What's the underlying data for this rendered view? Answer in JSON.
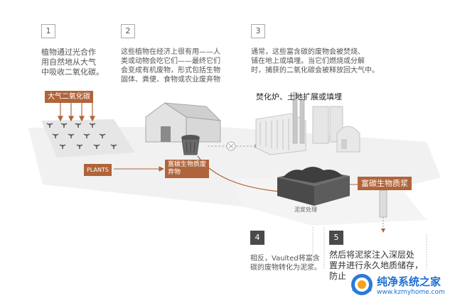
{
  "steps": [
    {
      "number": "1",
      "text_lines": [
        "植物通过光合作",
        "用自然地从大气",
        "中吸收二氧化碳。"
      ]
    },
    {
      "number": "2",
      "text_lines": [
        "这些植物在经济上很有用——人",
        "类或动物会吃它们——最终它们",
        "会变成有机废物，形式包括生物",
        "固体、粪便、食物或农业废弃物"
      ]
    },
    {
      "number": "3",
      "text_lines": [
        "通常，这些富含碳的废物会被焚烧、",
        "铺在地上或填埋。当它们燃烧或分解",
        "时，捕获的二氧化碳会被释放回大气中。"
      ]
    },
    {
      "number": "4",
      "text_lines": [
        "相反，Vaulted将富含",
        "碳的废物转化为泥浆。"
      ]
    },
    {
      "number": "5",
      "text_lines": [
        "然后将泥浆注入深层处",
        "置井进行永久地质储存，",
        "防止"
      ]
    }
  ],
  "labels": {
    "atmospheric_co2": "大气二氧化碳",
    "plants": "PLANTS",
    "carbon_rich_biomass_waste": [
      "富碳生物质废",
      "弃物"
    ],
    "incineration_heading": "焚化炉、土地扩展或填埋",
    "slurry_processing": "泥浆处理",
    "carbon_rich_biomass_slurry": "富碳生物质浆"
  },
  "watermark": {
    "title": "纯净系统之家",
    "url": "www.kzmyhome.com"
  },
  "colors": {
    "accent": "#b0643a",
    "ground": "#eeeeee",
    "building": "#d9d9d9",
    "arrow": "#b0643a",
    "dark_step": "#4a4a4a"
  }
}
